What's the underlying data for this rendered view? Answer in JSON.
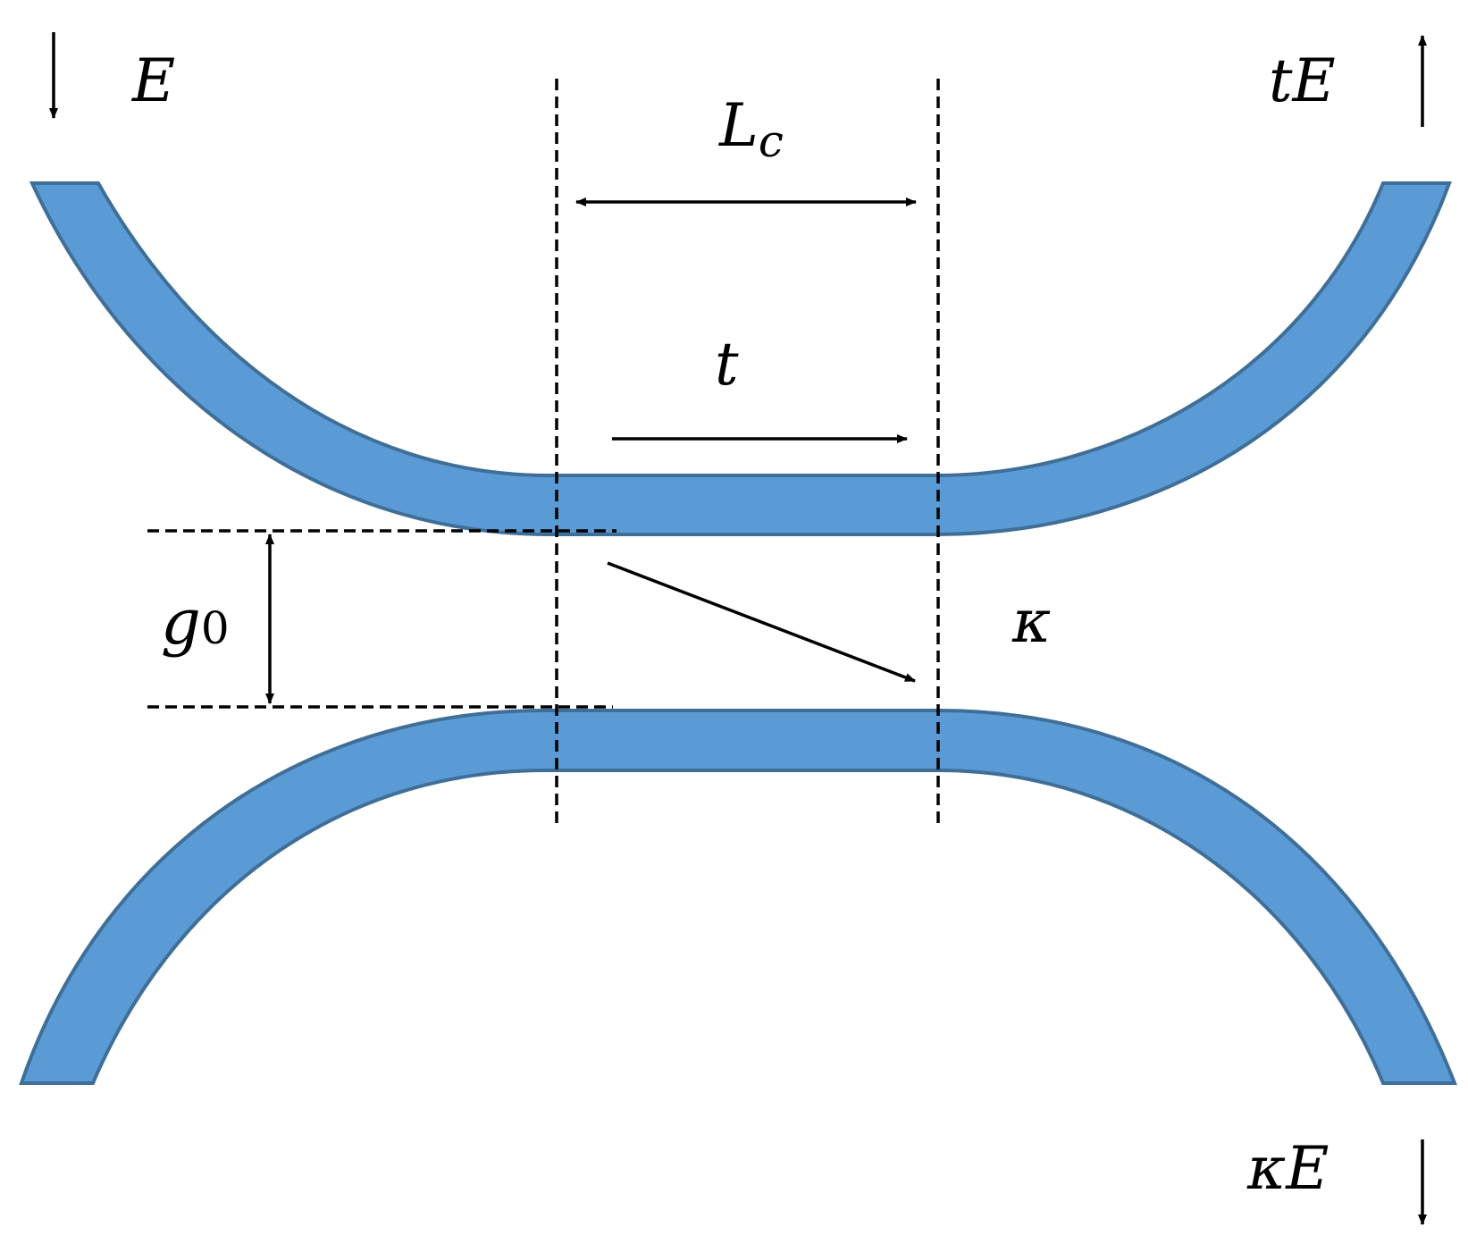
{
  "labels": {
    "input_field": "E",
    "transmitted_field": "tE",
    "coupled_field": "κE",
    "coupling_length_base": "L",
    "coupling_length_sub": "c",
    "transmission_coeff": "t",
    "coupling_coeff": "κ",
    "gap_base": "g",
    "gap_sub": "0"
  },
  "colors": {
    "waveguide_fill": "#5b9bd5",
    "waveguide_edge": "#3f6f98",
    "ink": "#000000"
  }
}
